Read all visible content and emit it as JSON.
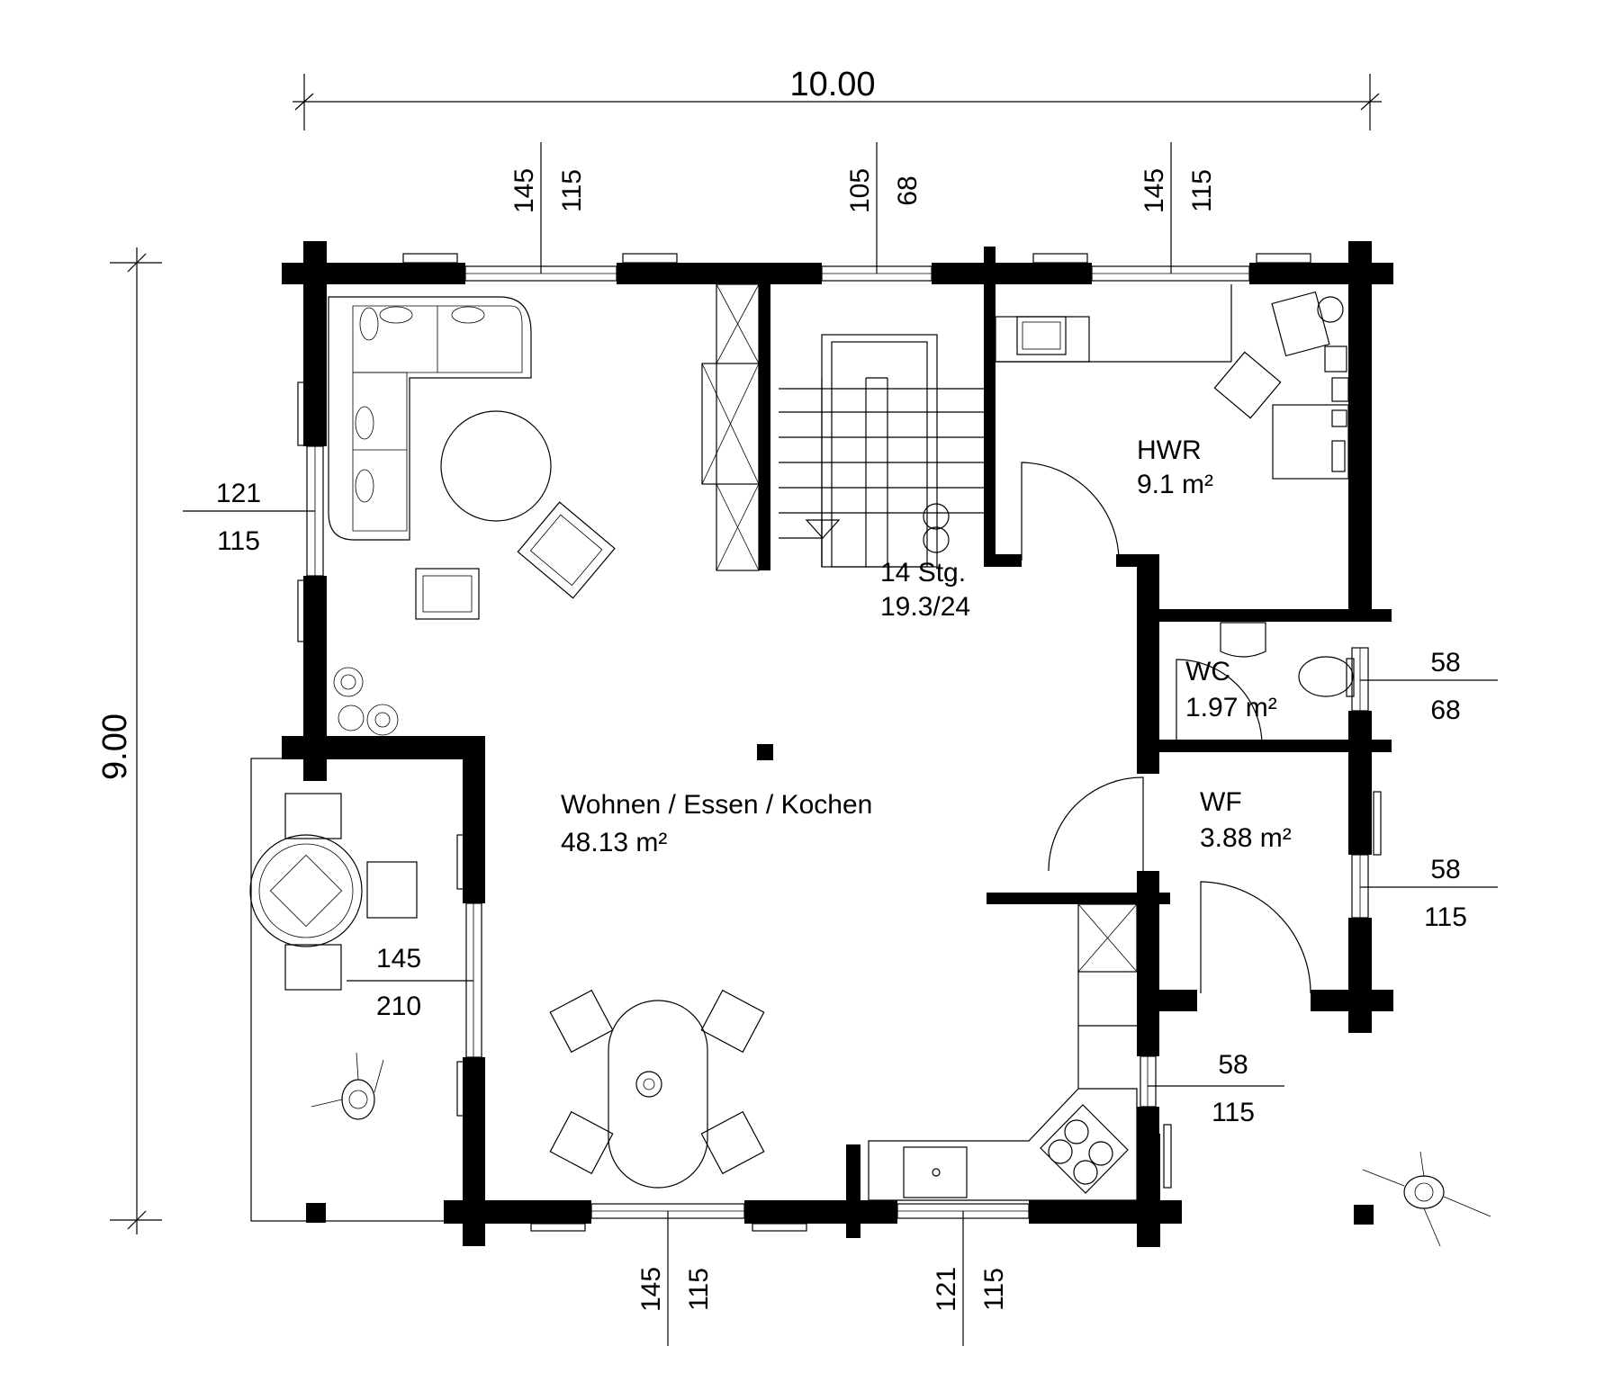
{
  "overall": {
    "width": "10.00",
    "depth": "9.00"
  },
  "rooms": {
    "hwr": {
      "name": "HWR",
      "area": "9.1 m²"
    },
    "wc": {
      "name": "WC",
      "area": "1.97 m²"
    },
    "wf": {
      "name": "WF",
      "area": "3.88 m²"
    },
    "living": {
      "name": "Wohnen / Essen / Kochen",
      "area": "48.13 m²"
    }
  },
  "stairs": {
    "steps": "14 Stg.",
    "ratio": "19.3/24"
  },
  "openings": {
    "top_left": {
      "a": "145",
      "b": "115"
    },
    "top_mid": {
      "a": "105",
      "b": "68"
    },
    "top_right": {
      "a": "145",
      "b": "115"
    },
    "left_wall": {
      "a": "121",
      "b": "115"
    },
    "terrace": {
      "a": "145",
      "b": "210"
    },
    "wc_window": {
      "a": "58",
      "b": "68"
    },
    "wf_window": {
      "a": "58",
      "b": "115"
    },
    "kitchen_side": {
      "a": "58",
      "b": "115"
    },
    "bottom_left": {
      "a": "145",
      "b": "115"
    },
    "bottom_right": {
      "a": "121",
      "b": "115"
    }
  }
}
